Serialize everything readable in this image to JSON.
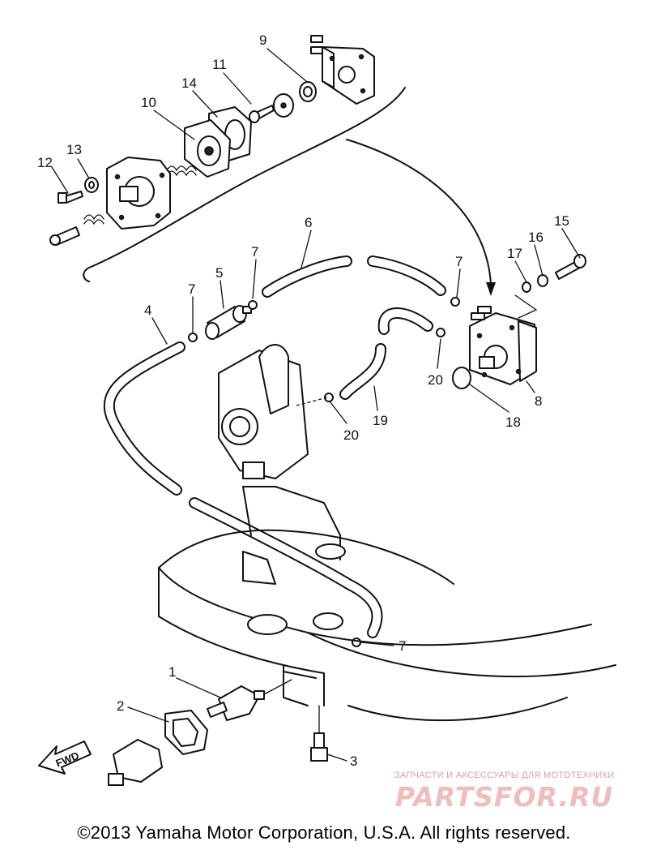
{
  "diagram": {
    "callouts": [
      "1",
      "2",
      "3",
      "4",
      "5",
      "6",
      "7",
      "8",
      "9",
      "10",
      "11",
      "12",
      "13",
      "14",
      "15",
      "16",
      "17",
      "18",
      "19",
      "20"
    ],
    "fwd_label": "FWD"
  },
  "footer": {
    "copyright": "©2013 Yamaha Motor Corporation, U.S.A. All rights reserved."
  },
  "watermark": {
    "tagline": "ЗАПЧАСТИ И АКСЕССУАРЫ ДЛЯ МОТОТЕХНИКИ",
    "brand": "PARTSFOR.RU"
  }
}
